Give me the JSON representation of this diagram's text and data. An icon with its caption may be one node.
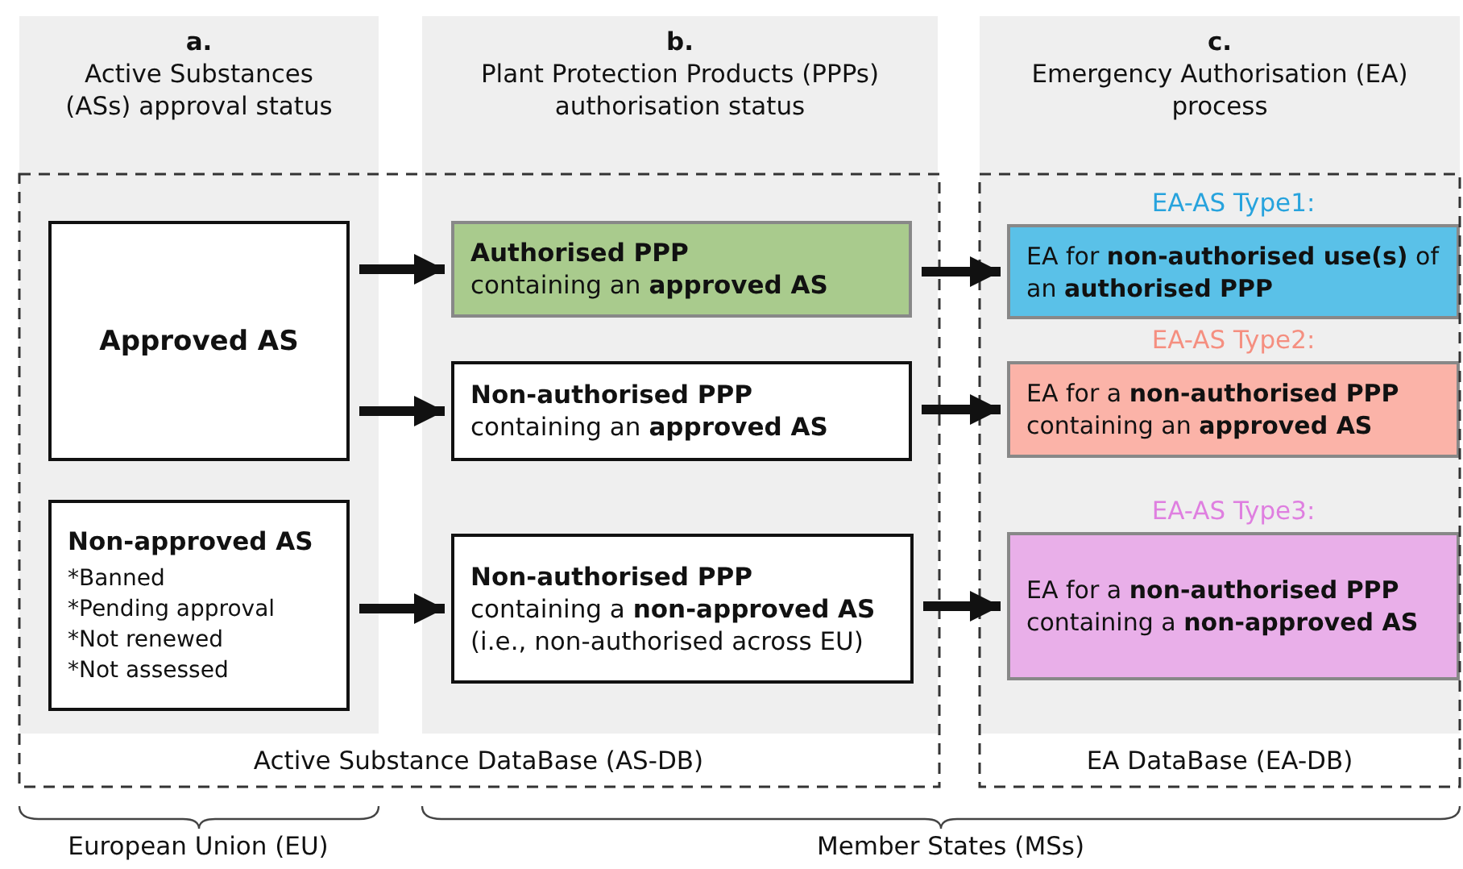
{
  "diagram": {
    "nodes": [
      {
        "text": [
          "a.",
          "Active Substances (ASs) approval status"
        ]
      },
      {
        "text": [
          "b.",
          "Plant Protection Products (PPPs) authorisation status"
        ]
      },
      {
        "text": [
          "c.",
          "Emergency Authorisation (EA) process"
        ]
      },
      {
        "text": [
          "Approved AS"
        ],
        "in": 0
      },
      {
        "text": [
          "Non-approved AS",
          "*Banned",
          "*Pending approval",
          "*Not renewed",
          "*Not assessed"
        ],
        "in": 0
      },
      {
        "text": [
          "Authorised PPP",
          "containing an **approved AS**"
        ],
        "in": 1
      },
      {
        "text": [
          "Non-authorised PPP",
          "containing an **approved AS**"
        ],
        "in": 1
      },
      {
        "text": [
          "Non-authorised PPP",
          "containing a **non-approved AS**",
          "(i.e., non-authorised across EU)"
        ],
        "in": 1
      },
      {
        "text": [
          "EA-AS Type1:",
          "EA for **non-authorised use(s)** of an **authorised PPP**"
        ],
        "in": 2
      },
      {
        "text": [
          "EA-AS Type2:",
          "EA for a **non-authorised PPP** containing an **approved AS**"
        ],
        "in": 2
      },
      {
        "text": [
          "EA-AS Type3:",
          "EA for a **non-authorised PPP** containing a **non-approved AS**"
        ],
        "in": 2
      }
    ],
    "edges": [
      {
        "from": 3,
        "to": 5,
        "arrow": "to"
      },
      {
        "from": 3,
        "to": 6,
        "arrow": "to"
      },
      {
        "from": 4,
        "to": 7,
        "arrow": "to"
      },
      {
        "from": 5,
        "to": 8,
        "arrow": "to"
      },
      {
        "from": 6,
        "to": 9,
        "arrow": "to"
      },
      {
        "from": 7,
        "to": 10,
        "arrow": "to"
      }
    ],
    "labels": [
      "Active Substance DataBase (AS-DB)",
      "EA DataBase (EA-DB)",
      "European Union (EU)",
      "Member States (MSs)"
    ]
  }
}
